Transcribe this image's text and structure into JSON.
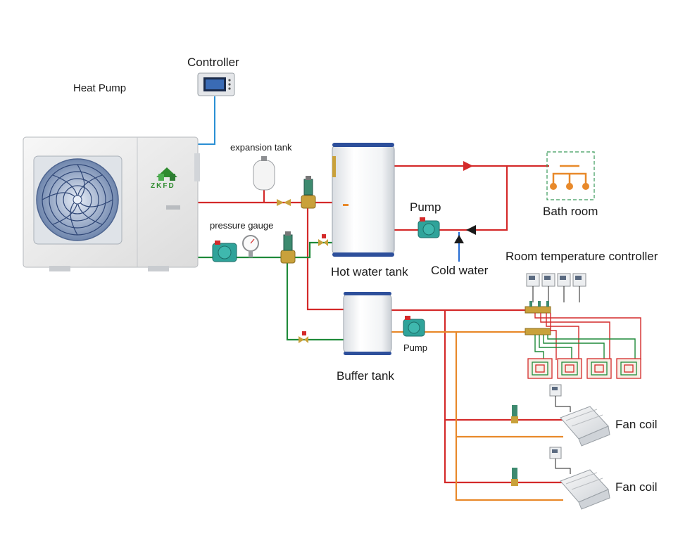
{
  "labels": {
    "heat_pump": "Heat Pump",
    "controller": "Controller",
    "expansion_tank": "expansion tank",
    "pressure_gauge": "pressure gauge",
    "hot_water_tank": "Hot water tank",
    "pump_top": "Pump",
    "cold_water": "Cold water",
    "bath_room": "Bath room",
    "room_temp_controller": "Room temperature controller",
    "buffer_tank": "Buffer tank",
    "pump_buffer": "Pump",
    "fan_coil_1": "Fan coil",
    "fan_coil_2": "Fan coil"
  },
  "logo_text": "ZKFD",
  "colors": {
    "hot_pipe": "#d42a2a",
    "return_pipe": "#e8892a",
    "green_pipe": "#1f8a3a",
    "signal_wire": "#2a8fd4",
    "cold_water": "#2a6fd4",
    "brass": "#c9a13b",
    "pump_green": "#2fa39a"
  }
}
